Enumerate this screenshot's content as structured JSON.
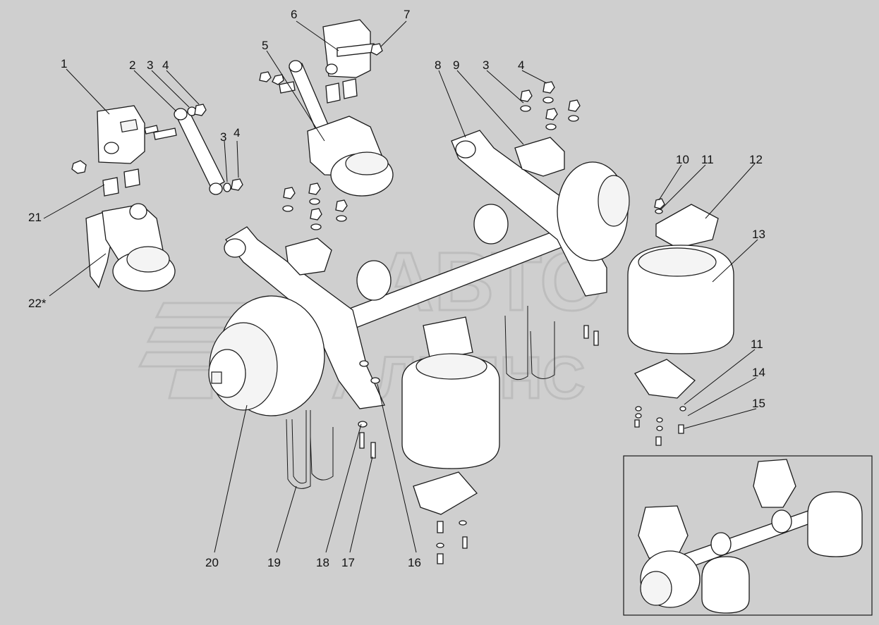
{
  "labels": [
    {
      "id": "1",
      "text": "1"
    },
    {
      "id": "2",
      "text": "2"
    },
    {
      "id": "3a",
      "text": "3"
    },
    {
      "id": "4a",
      "text": "4"
    },
    {
      "id": "3b",
      "text": "3"
    },
    {
      "id": "4b",
      "text": "4"
    },
    {
      "id": "5",
      "text": "5"
    },
    {
      "id": "6",
      "text": "6"
    },
    {
      "id": "7",
      "text": "7"
    },
    {
      "id": "8",
      "text": "8"
    },
    {
      "id": "9",
      "text": "9"
    },
    {
      "id": "3c",
      "text": "3"
    },
    {
      "id": "4c",
      "text": "4"
    },
    {
      "id": "10",
      "text": "10"
    },
    {
      "id": "11a",
      "text": "11"
    },
    {
      "id": "12",
      "text": "12"
    },
    {
      "id": "13",
      "text": "13"
    },
    {
      "id": "21",
      "text": "21"
    },
    {
      "id": "22",
      "text": "22*"
    },
    {
      "id": "11b",
      "text": "11"
    },
    {
      "id": "14",
      "text": "14"
    },
    {
      "id": "15",
      "text": "15"
    },
    {
      "id": "20",
      "text": "20"
    },
    {
      "id": "19",
      "text": "19"
    },
    {
      "id": "18",
      "text": "18"
    },
    {
      "id": "17",
      "text": "17"
    },
    {
      "id": "16",
      "text": "16"
    }
  ],
  "watermark": {
    "top_word": "АВТО",
    "bottom_word": "АЛЬЯНС"
  },
  "colors": {
    "background": "#cfcfcf",
    "line": "#1a1a1a",
    "watermark": "#bdbdbd"
  }
}
